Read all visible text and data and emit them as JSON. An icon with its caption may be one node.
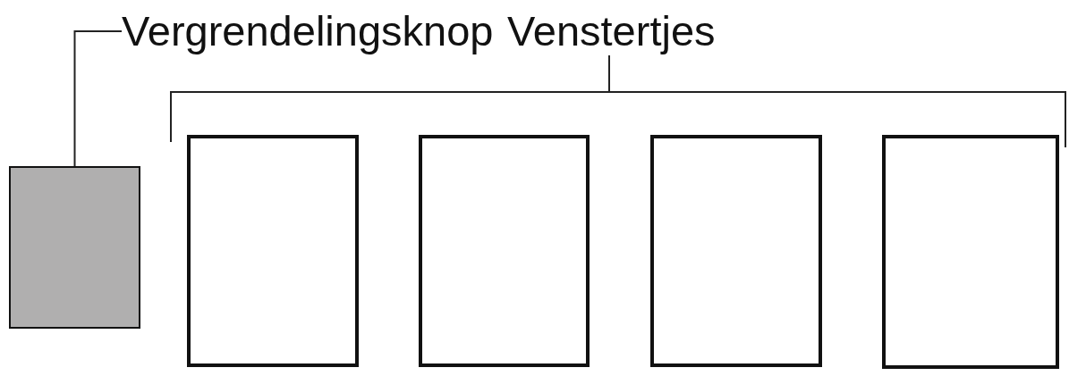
{
  "diagram": {
    "nodes": [
      {
        "text": [
          "Vergrendelingsknop"
        ]
      },
      {
        "text": [
          "Venstertjes"
        ]
      },
      {
        "text": [],
        "shape": "bracket"
      },
      {
        "text": [],
        "shape": "box"
      },
      {
        "text": [],
        "shape": "box"
      },
      {
        "text": [],
        "shape": "box"
      },
      {
        "text": [],
        "shape": "box"
      },
      {
        "text": [],
        "shape": "box"
      }
    ],
    "edges": [
      {
        "from": 0,
        "to": 3,
        "arrow": "none"
      },
      {
        "from": 1,
        "to": 2,
        "arrow": "none"
      }
    ]
  }
}
